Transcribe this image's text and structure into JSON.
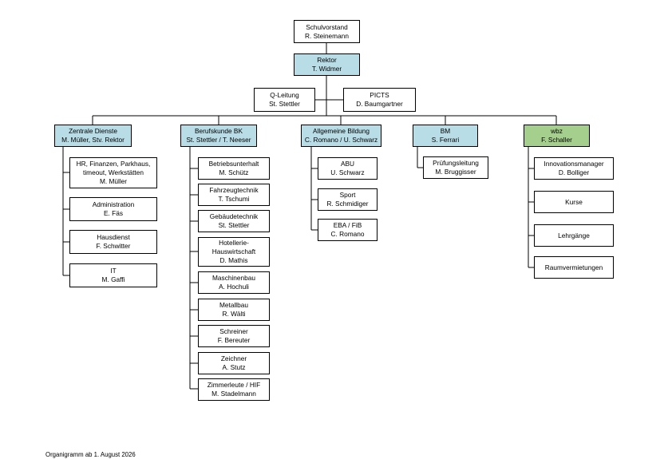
{
  "chart": {
    "schulvorstand": {
      "title": "Schulvorstand",
      "name": "R. Steinemann"
    },
    "rektor": {
      "title": "Rektor",
      "name": "T. Widmer",
      "color": "#b9dde6"
    },
    "q_leitung": {
      "title": "Q-Leitung",
      "name": "St. Stettler"
    },
    "picts": {
      "title": "PICTS",
      "name": "D. Baumgartner"
    },
    "zentrale": {
      "title": "Zentrale Dienste",
      "name": "M. Müller, Stv. Rektor",
      "color": "#b9dde6"
    },
    "berufskunde": {
      "title": "Berufskunde BK",
      "name": "St. Stettler / T. Neeser",
      "color": "#b9dde6"
    },
    "allgemeine": {
      "title": "Allgemeine Bildung",
      "name": "C. Romano / U. Schwarz",
      "color": "#b9dde6"
    },
    "bm": {
      "title": "BM",
      "name": "S. Ferrari",
      "color": "#b9dde6"
    },
    "wbz": {
      "title": "wbz",
      "name": "F. Schaller",
      "color": "#a5cf8c"
    },
    "zd_children": [
      {
        "title": "HR, Finanzen, Parkhaus,\ntimeout, Werkstätten",
        "name": "M. Müller"
      },
      {
        "title": "Administration",
        "name": "E. Fäs"
      },
      {
        "title": "Hausdienst",
        "name": "F. Schwitter"
      },
      {
        "title": "IT",
        "name": "M. Gaffi"
      }
    ],
    "bk_children": [
      {
        "title": "Betriebsunterhalt",
        "name": "M. Schütz"
      },
      {
        "title": "Fahrzeugtechnik",
        "name": "T. Tschumi"
      },
      {
        "title": "Gebäudetechnik",
        "name": "St. Stettler"
      },
      {
        "title": "Hotellerie-\nHauswirtschaft",
        "name": "D. Mathis"
      },
      {
        "title": "Maschinenbau",
        "name": "A. Hochuli"
      },
      {
        "title": "Metallbau",
        "name": "R. Wälti"
      },
      {
        "title": "Schreiner",
        "name": "F. Bereuter"
      },
      {
        "title": "Zeichner",
        "name": "A. Stutz"
      },
      {
        "title": "Zimmerleute / HIF",
        "name": "M. Stadelmann"
      }
    ],
    "ab_children": [
      {
        "title": "ABU",
        "name": "U. Schwarz"
      },
      {
        "title": "Sport",
        "name": "R. Schmidiger"
      },
      {
        "title": "EBA / FiB",
        "name": "C. Romano"
      }
    ],
    "bm_children": [
      {
        "title": "Prüfungsleitung",
        "name": "M. Bruggisser"
      }
    ],
    "wbz_children": [
      {
        "title": "Innovationsmanager",
        "name": "D. Bolliger"
      },
      {
        "title": "Kurse"
      },
      {
        "title": "Lehrgänge"
      },
      {
        "title": "Raumvermietungen"
      }
    ]
  },
  "footer": "Organigramm ab 1. August 2026"
}
